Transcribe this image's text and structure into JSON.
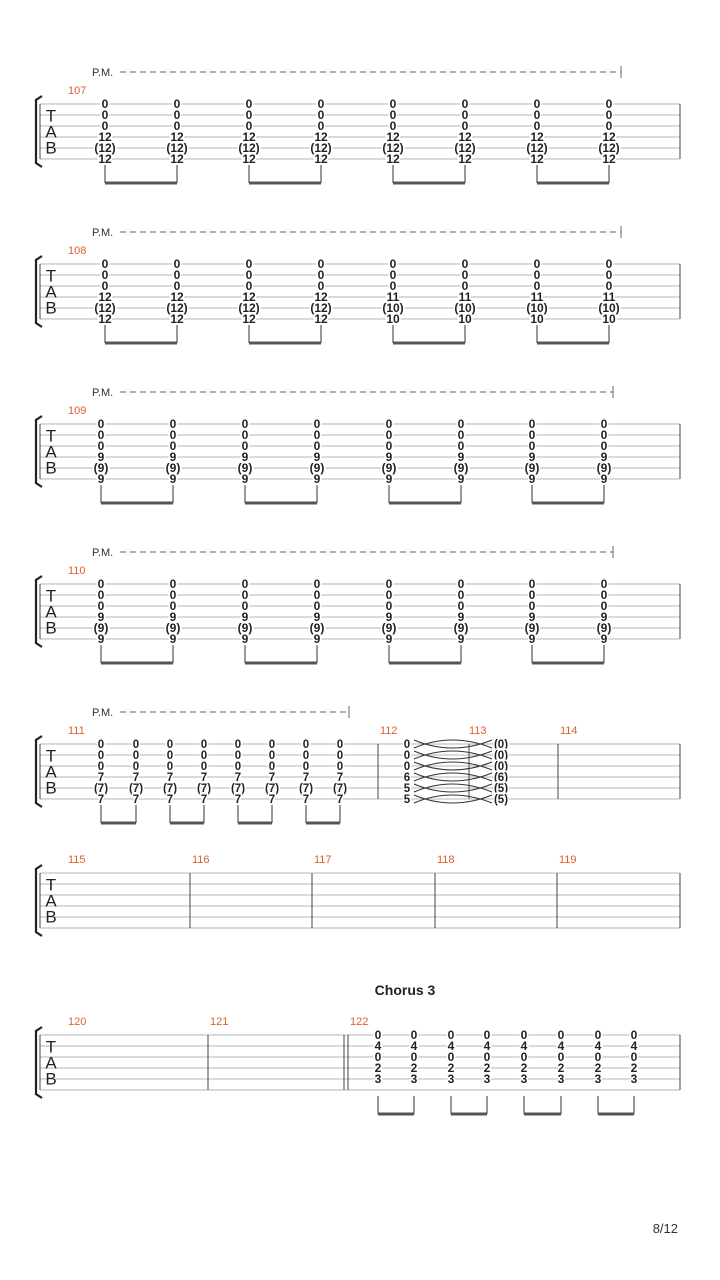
{
  "section_title": "Chorus 3",
  "page_number": "8/12",
  "pm_label": "P.M.",
  "tab_letters": [
    "T",
    "A",
    "B"
  ],
  "systems": [
    {
      "id": "sys-107-pm",
      "measures": [
        {
          "number": "107"
        }
      ],
      "palm_mute": true,
      "chords": [
        [
          "0",
          "0",
          "0",
          "12",
          "(12)",
          "12"
        ],
        [
          "0",
          "0",
          "0",
          "12",
          "(12)",
          "12"
        ],
        [
          "0",
          "0",
          "0",
          "12",
          "(12)",
          "12"
        ],
        [
          "0",
          "0",
          "0",
          "12",
          "(12)",
          "12"
        ],
        [
          "0",
          "0",
          "0",
          "12",
          "(12)",
          "12"
        ],
        [
          "0",
          "0",
          "0",
          "12",
          "(12)",
          "12"
        ],
        [
          "0",
          "0",
          "0",
          "12",
          "(12)",
          "12"
        ],
        [
          "0",
          "0",
          "0",
          "12",
          "(12)",
          "12"
        ]
      ]
    },
    {
      "id": "sys-108-pm",
      "measures": [
        {
          "number": "108"
        }
      ],
      "palm_mute": true,
      "chords": [
        [
          "0",
          "0",
          "0",
          "12",
          "(12)",
          "12"
        ],
        [
          "0",
          "0",
          "0",
          "12",
          "(12)",
          "12"
        ],
        [
          "0",
          "0",
          "0",
          "12",
          "(12)",
          "12"
        ],
        [
          "0",
          "0",
          "0",
          "12",
          "(12)",
          "12"
        ],
        [
          "0",
          "0",
          "0",
          "11",
          "(10)",
          "10"
        ],
        [
          "0",
          "0",
          "0",
          "11",
          "(10)",
          "10"
        ],
        [
          "0",
          "0",
          "0",
          "11",
          "(10)",
          "10"
        ],
        [
          "0",
          "0",
          "0",
          "11",
          "(10)",
          "10"
        ]
      ]
    },
    {
      "id": "sys-109-pm",
      "measures": [
        {
          "number": "109"
        }
      ],
      "palm_mute": true,
      "chords": [
        [
          "0",
          "0",
          "0",
          "9",
          "(9)",
          "9"
        ],
        [
          "0",
          "0",
          "0",
          "9",
          "(9)",
          "9"
        ],
        [
          "0",
          "0",
          "0",
          "9",
          "(9)",
          "9"
        ],
        [
          "0",
          "0",
          "0",
          "9",
          "(9)",
          "9"
        ],
        [
          "0",
          "0",
          "0",
          "9",
          "(9)",
          "9"
        ],
        [
          "0",
          "0",
          "0",
          "9",
          "(9)",
          "9"
        ],
        [
          "0",
          "0",
          "0",
          "9",
          "(9)",
          "9"
        ],
        [
          "0",
          "0",
          "0",
          "9",
          "(9)",
          "9"
        ]
      ]
    },
    {
      "id": "sys-110-pm",
      "measures": [
        {
          "number": "110"
        }
      ],
      "palm_mute": true,
      "chords": [
        [
          "0",
          "0",
          "0",
          "9",
          "(9)",
          "9"
        ],
        [
          "0",
          "0",
          "0",
          "9",
          "(9)",
          "9"
        ],
        [
          "0",
          "0",
          "0",
          "9",
          "(9)",
          "9"
        ],
        [
          "0",
          "0",
          "0",
          "9",
          "(9)",
          "9"
        ],
        [
          "0",
          "0",
          "0",
          "9",
          "(9)",
          "9"
        ],
        [
          "0",
          "0",
          "0",
          "9",
          "(9)",
          "9"
        ],
        [
          "0",
          "0",
          "0",
          "9",
          "(9)",
          "9"
        ],
        [
          "0",
          "0",
          "0",
          "9",
          "(9)",
          "9"
        ]
      ]
    },
    {
      "id": "sys-111-114",
      "measures": [
        {
          "number": "111"
        },
        {
          "number": "112"
        },
        {
          "number": "113"
        },
        {
          "number": "114"
        }
      ],
      "palm_mute": true,
      "chords": [
        [
          "0",
          "0",
          "0",
          "7",
          "(7)",
          "7"
        ],
        [
          "0",
          "0",
          "0",
          "7",
          "(7)",
          "7"
        ],
        [
          "0",
          "0",
          "0",
          "7",
          "(7)",
          "7"
        ],
        [
          "0",
          "0",
          "0",
          "7",
          "(7)",
          "7"
        ],
        [
          "0",
          "0",
          "0",
          "7",
          "(7)",
          "7"
        ],
        [
          "0",
          "0",
          "0",
          "7",
          "(7)",
          "7"
        ],
        [
          "0",
          "0",
          "0",
          "7",
          "(7)",
          "7"
        ],
        [
          "0",
          "0",
          "0",
          "7",
          "(7)",
          "7"
        ]
      ],
      "tied_chord_start": [
        "0",
        "0",
        "0",
        "6",
        "5",
        "5"
      ],
      "tied_chord_end": [
        "(0)",
        "(0)",
        "(0)",
        "(6)",
        "(5)",
        "(5)"
      ]
    },
    {
      "id": "sys-115-119",
      "measures": [
        {
          "number": "115"
        },
        {
          "number": "116"
        },
        {
          "number": "117"
        },
        {
          "number": "118"
        },
        {
          "number": "119"
        }
      ]
    },
    {
      "id": "sys-120-122",
      "measures": [
        {
          "number": "120"
        },
        {
          "number": "121"
        },
        {
          "number": "122"
        }
      ],
      "chords": [
        [
          "0",
          "4",
          "0",
          "2",
          "3"
        ],
        [
          "0",
          "4",
          "0",
          "2",
          "3"
        ],
        [
          "0",
          "4",
          "0",
          "2",
          "3"
        ],
        [
          "0",
          "4",
          "0",
          "2",
          "3"
        ],
        [
          "0",
          "4",
          "0",
          "2",
          "3"
        ],
        [
          "0",
          "4",
          "0",
          "2",
          "3"
        ],
        [
          "0",
          "4",
          "0",
          "2",
          "3"
        ],
        [
          "0",
          "4",
          "0",
          "2",
          "3"
        ]
      ]
    }
  ]
}
